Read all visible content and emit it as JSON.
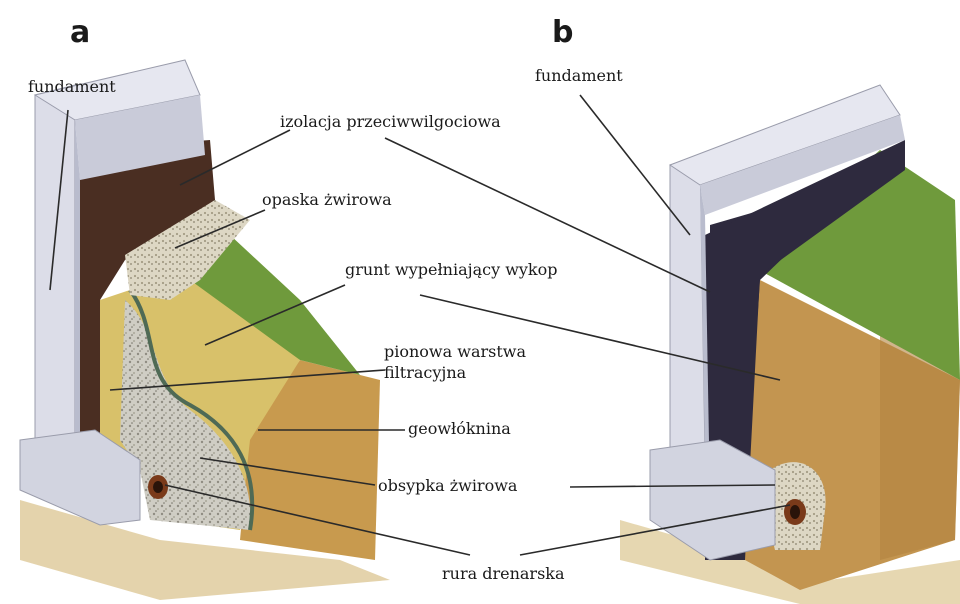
{
  "panels": {
    "a": "a",
    "b": "b"
  },
  "labels": {
    "fundament_a": "fundament",
    "fundament_b": "fundament",
    "izolacja": "izolacja przeciwwilgociowa",
    "opaska": "opaska żwirowa",
    "grunt": "grunt wypełniający wykop",
    "pionowa_1": "pionowa warstwa",
    "pionowa_2": "filtracyjna",
    "geowloknina": "geowłóknina",
    "obsypka": "obsypka żwirowa",
    "rura": "rura drenarska"
  },
  "colors": {
    "concrete": "#dcdde8",
    "concrete_shade": "#b9bccd",
    "insulation_a": "#4a2e22",
    "insulation_b": "#2e2a3e",
    "grass": "#6f9a3c",
    "soil": "#c39550",
    "filter_layer": "#d8c269",
    "gravel": "#c9c7be",
    "pipe": "#7a3a1a"
  }
}
